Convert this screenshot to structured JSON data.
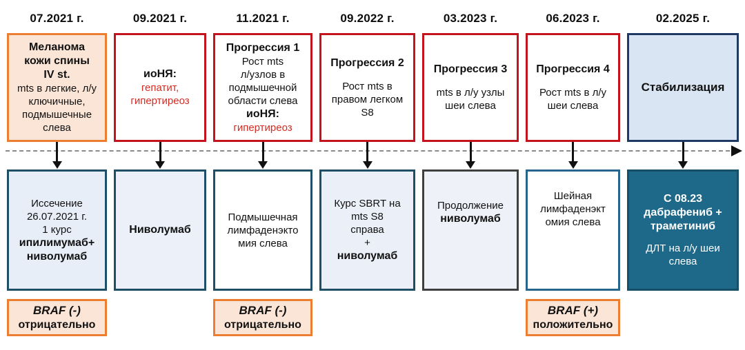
{
  "palette": {
    "orange": "#ED7D31",
    "peach": "#FBE5D6",
    "red_border": "#C4131C",
    "red_text": "#D42A22",
    "navy": "#1F3864",
    "light_blue": "#D9E5F3",
    "steel": "#1E4F66",
    "steel2": "#27658D",
    "grey": "#3F3F3F",
    "teal": "#1E698A",
    "axis_grey": "#8A8A8A"
  },
  "cols": [
    {
      "date": "07.2021 г.",
      "top": [
        "Меланома",
        "кожи спины",
        "IV st.",
        "mts в легкие, л/у",
        "ключичные,",
        "подмышечные",
        "слева"
      ],
      "bottom": [
        "Иссечение",
        "26.07.2021 г.",
        "1 курс",
        "ипилимумаб+",
        "ниволумаб"
      ],
      "braf": [
        "BRAF (-)",
        "отрицательно"
      ]
    },
    {
      "date": "09.2021 г.",
      "top": [
        "иоНЯ:",
        "гепатит,",
        "гипертиреоз"
      ],
      "bottom": [
        "Ниволумаб"
      ]
    },
    {
      "date": "11.2021 г.",
      "top": [
        "Прогрессия 1",
        "Рост mts",
        "л/узлов в",
        "подмышечной",
        "области слева",
        "иоНЯ:",
        "гипертиреоз"
      ],
      "bottom": [
        "Подмышечная",
        "лимфаденэкто",
        "мия слева"
      ],
      "braf": [
        "BRAF (-)",
        "отрицательно"
      ]
    },
    {
      "date": "09.2022 г.",
      "top": [
        "Прогрессия 2",
        "Рост mts в",
        "правом легком",
        "S8"
      ],
      "bottom": [
        "Курс SBRT на",
        "mts S8",
        "справа",
        "+",
        "ниволумаб"
      ]
    },
    {
      "date": "03.2023 г.",
      "top": [
        "Прогрессия 3",
        "mts в л/у узлы",
        "шеи слева"
      ],
      "bottom": [
        "Продолжение",
        "ниволумаб"
      ]
    },
    {
      "date": "06.2023 г.",
      "top": [
        "Прогрессия 4",
        "Рост mts в л/у",
        "шеи слева"
      ],
      "bottom": [
        "Шейная",
        "лимфаденэкт",
        "омия слева"
      ],
      "braf": [
        "BRAF (+)",
        "положительно"
      ]
    },
    {
      "date": "02.2025 г.",
      "top": [
        "Стабилизация"
      ],
      "bottom": [
        "С 08.23",
        "дабрафениб +",
        "траметиниб",
        "ДЛТ на л/у шеи",
        "слева"
      ]
    }
  ]
}
